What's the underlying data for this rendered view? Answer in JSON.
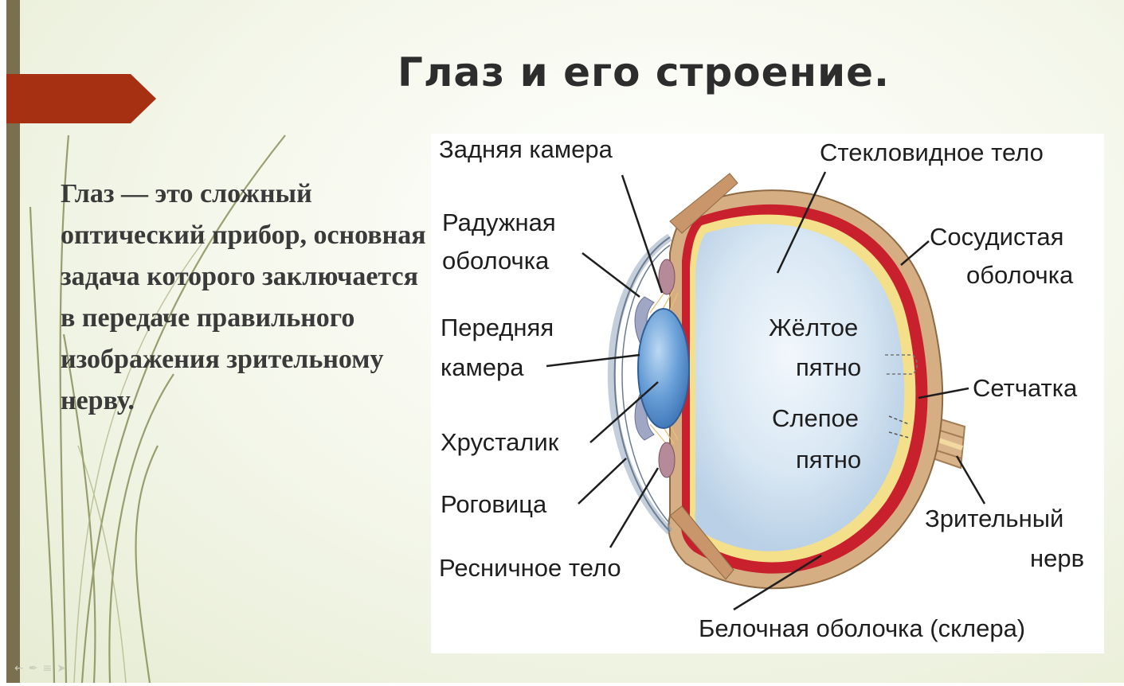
{
  "slide": {
    "title": "Глаз и его строение.",
    "body": "Глаз — это сложный оптический прибор, основная задача которого заключается в передаче правильного изображения зрительному нерву."
  },
  "diagram": {
    "labels": {
      "posterior_chamber": "Задняя камера",
      "iris_line1": "Радужная",
      "iris_line2": "оболочка",
      "anterior_chamber_line1": "Передняя",
      "anterior_chamber_line2": "камера",
      "lens": "Хрусталик",
      "cornea": "Роговица",
      "ciliary_body": "Ресничное тело",
      "vitreous_body": "Стекловидное тело",
      "choroid_line1": "Сосудистая",
      "choroid_line2": "оболочка",
      "macula_line1": "Жёлтое",
      "macula_line2": "пятно",
      "retina": "Сетчатка",
      "blind_spot_line1": "Слепое",
      "blind_spot_line2": "пятно",
      "optic_nerve_line1": "Зрительный",
      "optic_nerve_line2": "нерв",
      "sclera": "Белочная оболочка (склера)"
    }
  },
  "colors": {
    "accent_banner": "#a63012",
    "left_bar": "#7a6f4e",
    "sclera": "#c9a27a",
    "choroid": "#c8202c",
    "retina": "#f4e08a",
    "vitreous": "#dbe9f4",
    "lens": "#5a93cf"
  }
}
